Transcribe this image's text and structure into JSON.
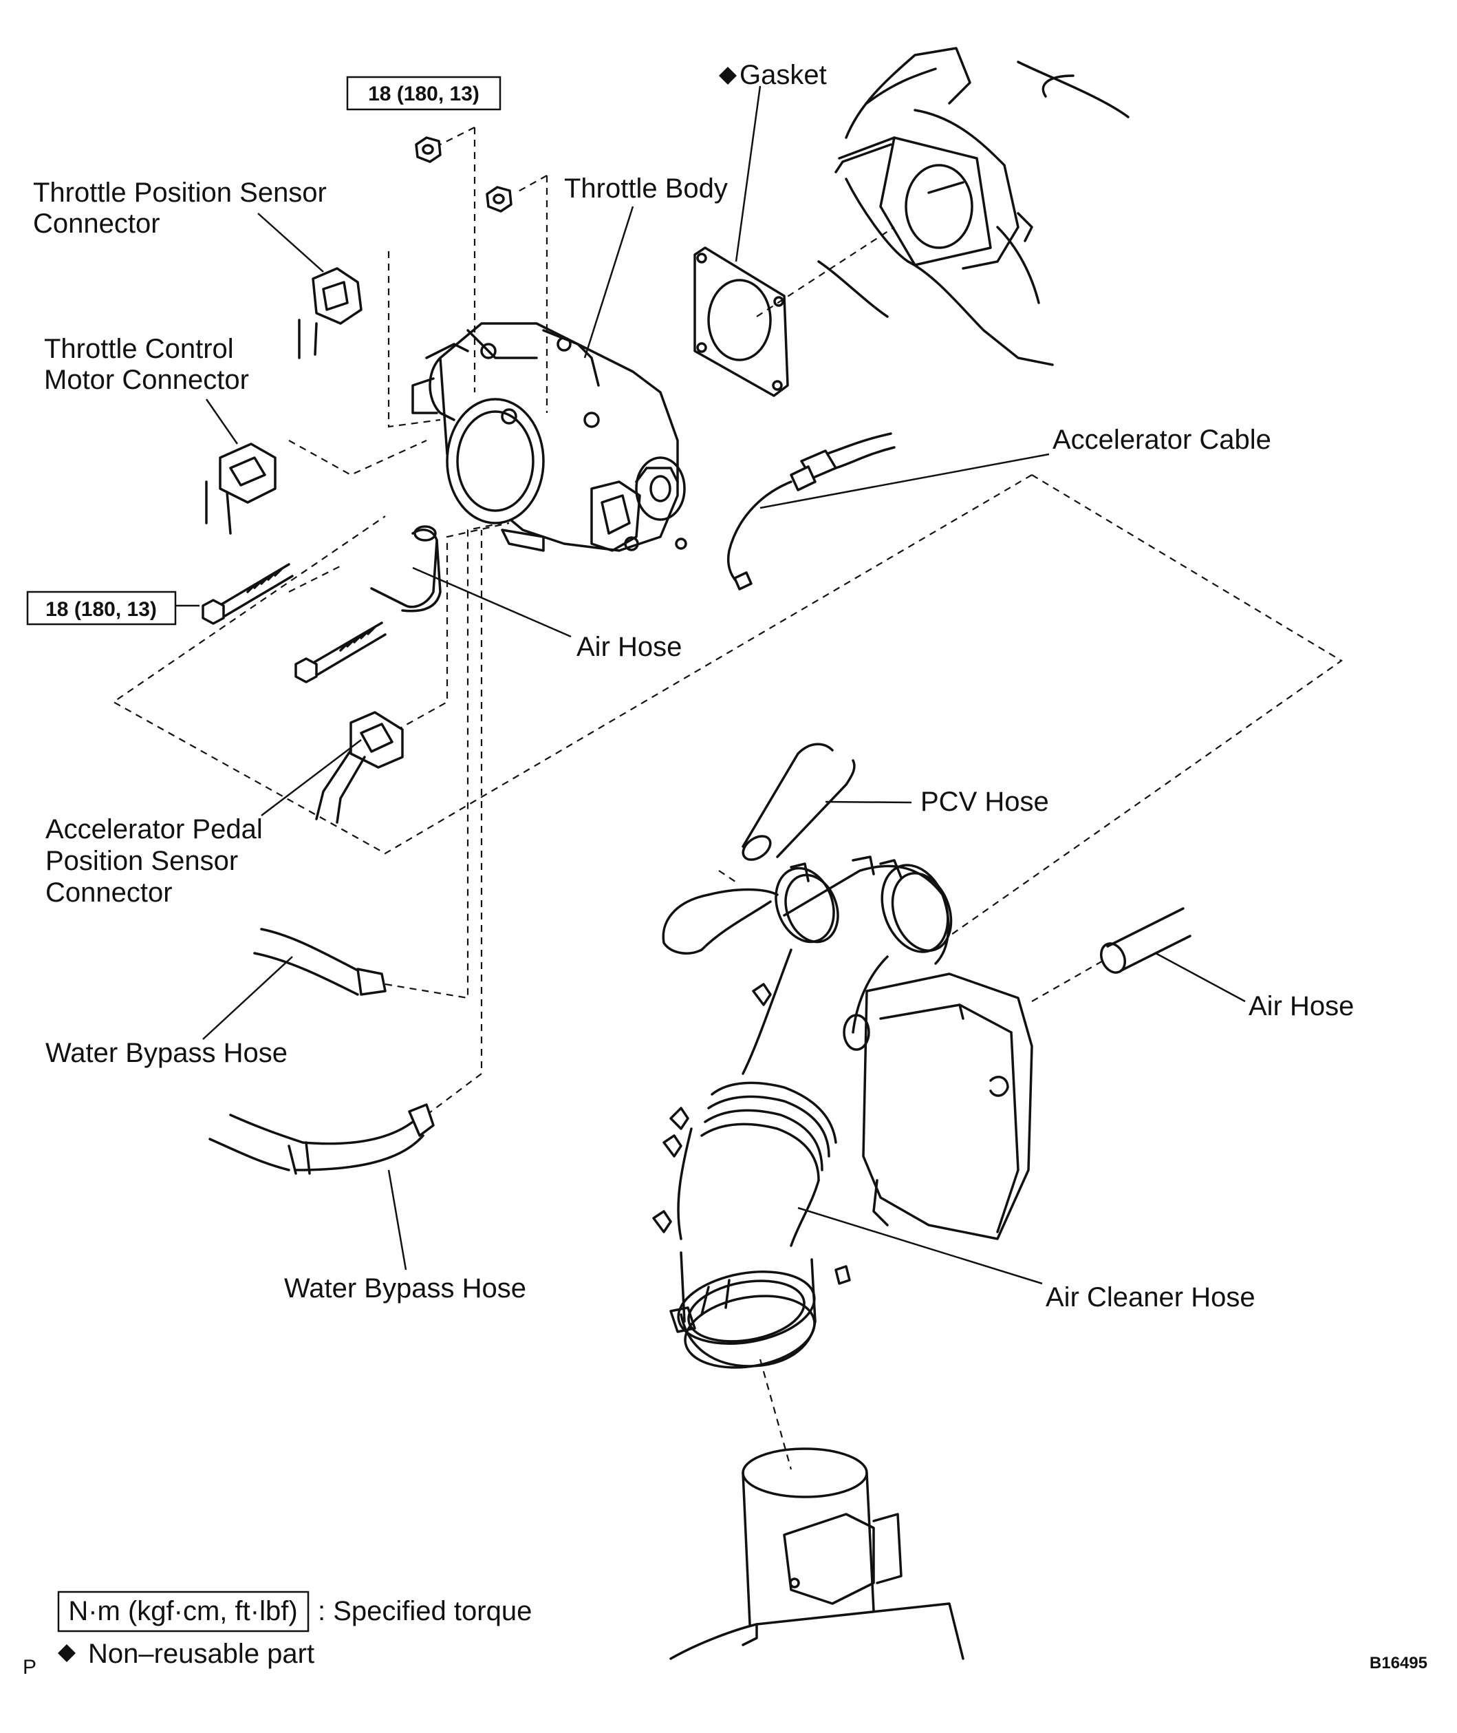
{
  "labels": {
    "gasket": "Gasket",
    "throttle_body": "Throttle Body",
    "tps_connector_l1": "Throttle Position Sensor",
    "tps_connector_l2": "Connector",
    "tcm_connector_l1": "Throttle  Control",
    "tcm_connector_l2": "Motor Connector",
    "accelerator_cable": "Accelerator Cable",
    "air_hose_1": "Air Hose",
    "app_connector_l1": "Accelerator Pedal",
    "app_connector_l2": "Position  Sensor",
    "app_connector_l3": "Connector",
    "pcv_hose": "PCV Hose",
    "air_hose_2": "Air Hose",
    "water_bypass_hose_1": "Water Bypass Hose",
    "water_bypass_hose_2": "Water Bypass Hose",
    "air_cleaner_hose": "Air Cleaner Hose"
  },
  "torque": {
    "nut": "18 (180, 13)",
    "bolt": "18 (180, 13)"
  },
  "legend": {
    "torque_unit": "N·m (kgf·cm, ft·lbf)",
    "torque_desc": ": Specified torque",
    "nonreusable_desc": "Non–reusable part",
    "diamond_symbol": "◆"
  },
  "footer": {
    "page_letter": "P",
    "figure_code": "B16495"
  }
}
